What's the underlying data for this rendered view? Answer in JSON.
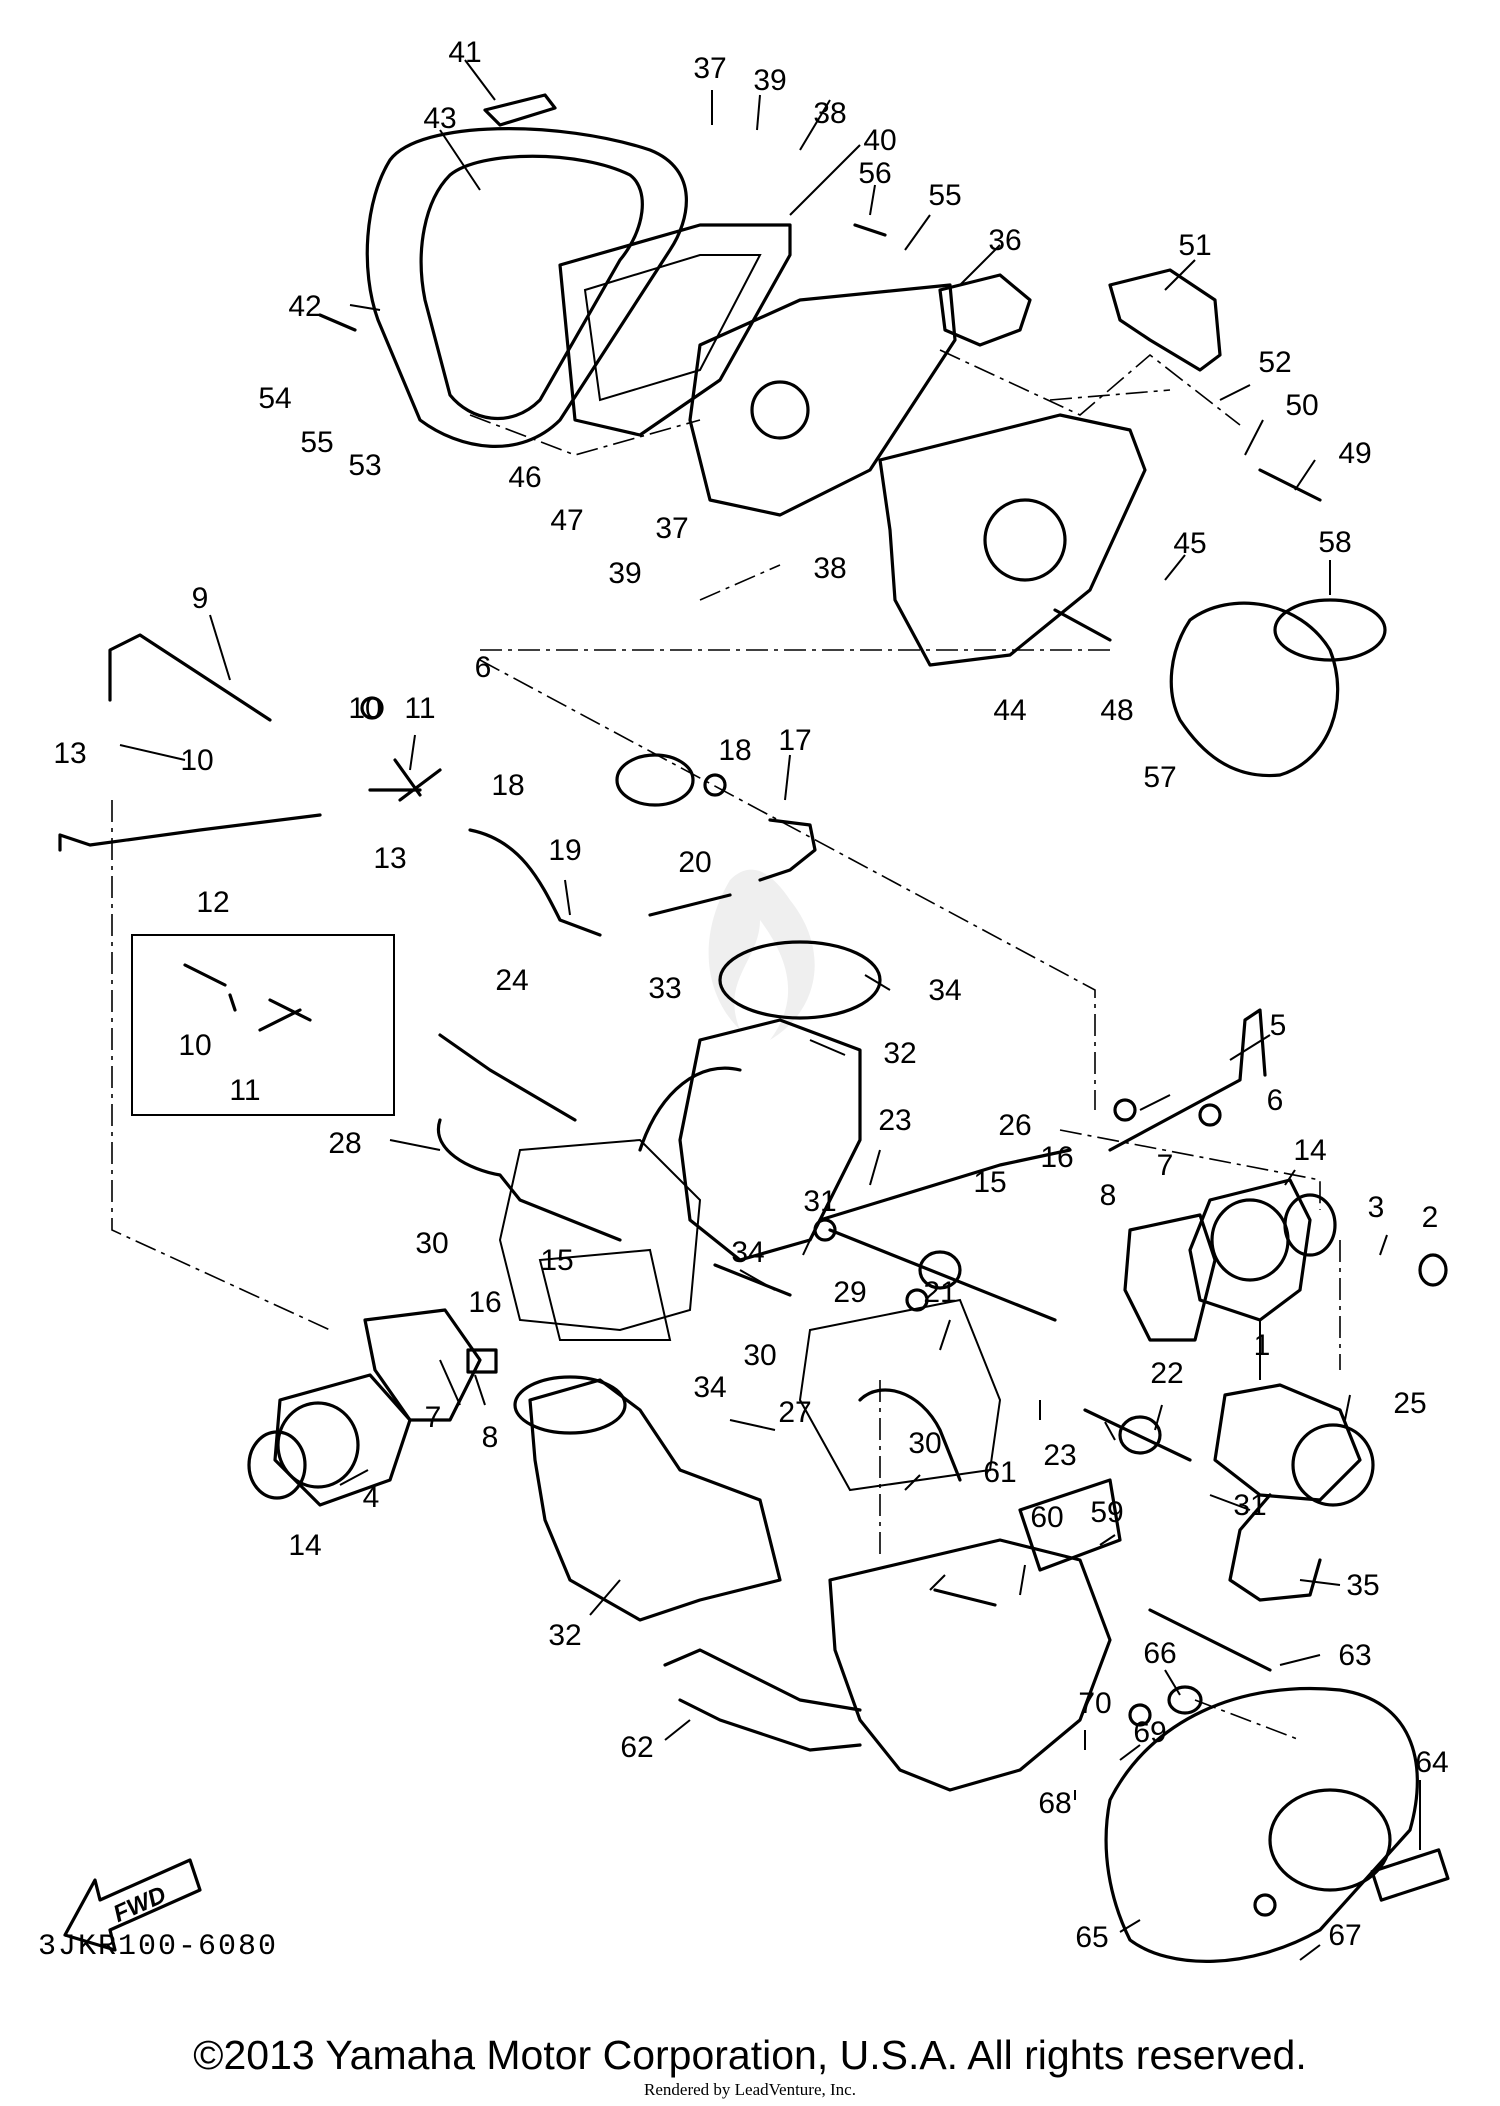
{
  "diagram": {
    "callouts": [
      "41",
      "43",
      "37",
      "39",
      "38",
      "40",
      "56",
      "55",
      "36",
      "51",
      "42",
      "54",
      "55",
      "53",
      "46",
      "47",
      "52",
      "50",
      "49",
      "37",
      "39",
      "38",
      "45",
      "58",
      "9",
      "6",
      "10",
      "11",
      "13",
      "10",
      "17",
      "18",
      "18",
      "19",
      "13",
      "12",
      "20",
      "44",
      "48",
      "57",
      "10",
      "11",
      "24",
      "33",
      "34",
      "32",
      "5",
      "28",
      "26",
      "23",
      "6",
      "14",
      "16",
      "15",
      "7",
      "8",
      "3",
      "2",
      "31",
      "30",
      "21",
      "15",
      "34",
      "29",
      "16",
      "30",
      "1",
      "8",
      "34",
      "27",
      "22",
      "23",
      "25",
      "7",
      "30",
      "61",
      "60",
      "59",
      "4",
      "14",
      "31",
      "35",
      "32",
      "63",
      "66",
      "62",
      "70",
      "69",
      "64",
      "68",
      "65",
      "67"
    ],
    "fwd_label": "FWD",
    "drawing_code": "3JKR100-6080"
  },
  "footer": {
    "copyright": "©2013 Yamaha Motor Corporation, U.S.A. All rights reserved.",
    "rendered_by": "Rendered by LeadVenture, Inc."
  }
}
